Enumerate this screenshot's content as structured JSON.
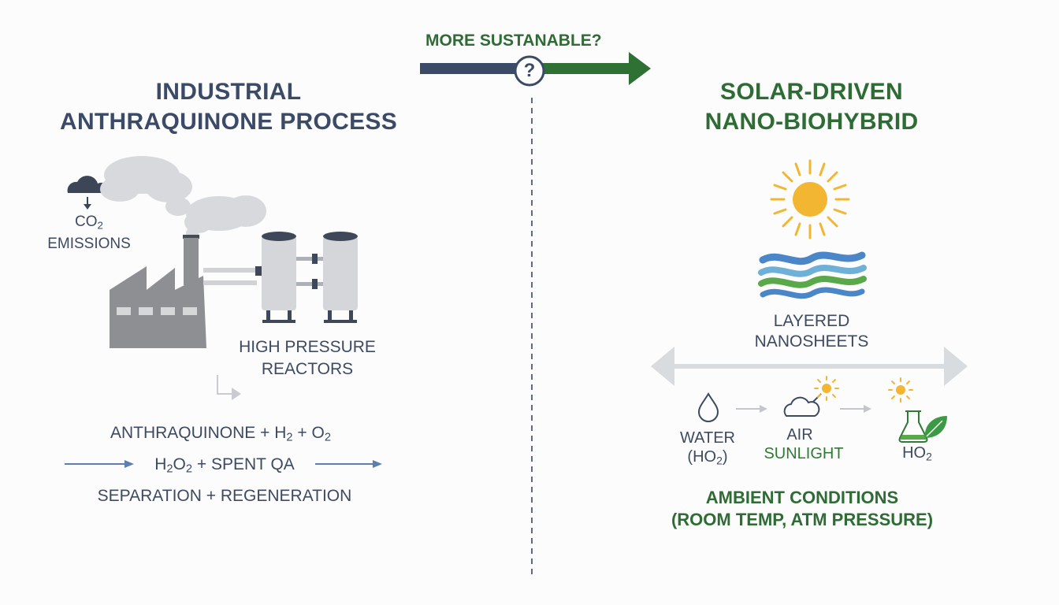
{
  "header": {
    "question": "MORE SUSTANABLE?",
    "question_mark": "?"
  },
  "left": {
    "title_line1": "INDUSTRIAL",
    "title_line2": "ANTHRAQUINONE PROCESS",
    "emissions_co": "CO",
    "emissions_sub": "2",
    "emissions_label": "EMISSIONS",
    "reactors_line1": "HIGH PRESSURE",
    "reactors_line2": "REACTORS",
    "equation_line1_a": "ANTHRAQUINONE + H",
    "equation_line1_sub1": "2",
    "equation_line1_b": " + O",
    "equation_line1_sub2": "2",
    "equation_line2_a": "H",
    "equation_line2_sub1": "2",
    "equation_line2_b": "O",
    "equation_line2_sub2": "2",
    "equation_line2_c": " + SPENT QA",
    "equation_line3": "SEPARATION + REGENERATION"
  },
  "right": {
    "title_line1": "SOLAR-DRIVEN",
    "title_line2": "NANO-BIOHYBRID",
    "nanosheets_line1": "LAYERED",
    "nanosheets_line2": "NANOSHEETS",
    "water_line1": "WATER",
    "water_line2_a": "(HO",
    "water_line2_sub": "2",
    "water_line2_b": ")",
    "air_label": "AIR",
    "sunlight_label": "SUNLIGHT",
    "product_a": "HO",
    "product_sub": "2",
    "ambient_line1": "AMBIENT CONDITIONS",
    "ambient_line2": "(ROOM TEMP, ATM PRESSURE)"
  },
  "colors": {
    "navy": "#3b4a67",
    "green": "#2f6b35",
    "sun": "#f2b632",
    "wave_blue": "#4a86c8",
    "wave_green": "#59a84a",
    "gray_factory": "#8d8f93"
  }
}
